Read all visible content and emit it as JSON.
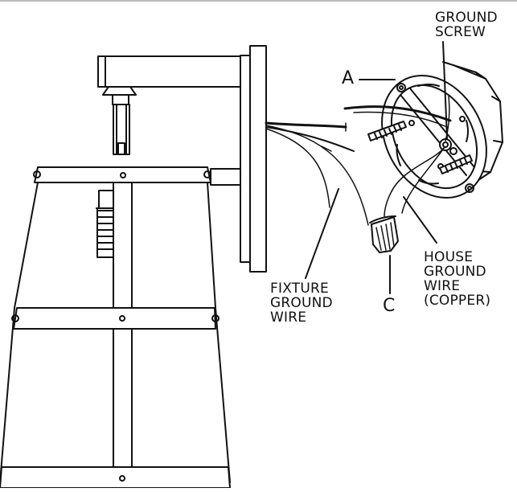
{
  "labels": {
    "ground_screw": [
      "GROUND",
      "SCREW"
    ],
    "a": "A",
    "c": "C",
    "fixture_ground_wire": [
      "FIXTURE",
      "GROUND",
      "WIRE"
    ],
    "house_ground_wire": [
      "HOUSE",
      "GROUND",
      "WIRE",
      "(COPPER)"
    ]
  },
  "colors": {
    "line": "#111111",
    "background": "#ffffff"
  }
}
